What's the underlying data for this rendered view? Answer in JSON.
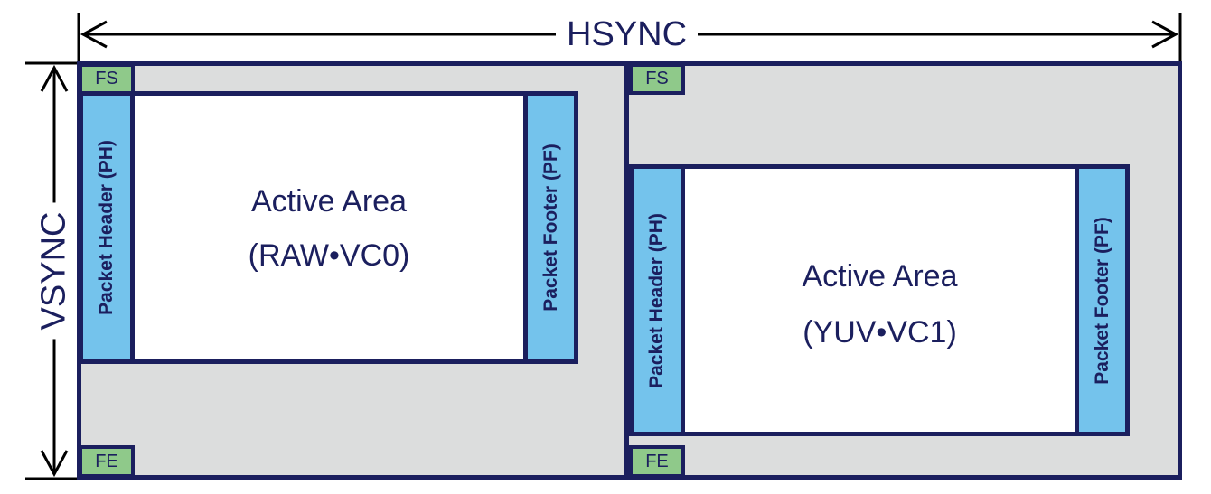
{
  "diagram": {
    "hsync_label": "HSYNC",
    "vsync_label": "VSYNC",
    "frames": [
      {
        "fs_label": "FS",
        "fe_label": "FE",
        "header_label": "Packet Header (PH)",
        "footer_label": "Packet Footer (PF)",
        "active_title": "Active Area",
        "active_subtitle": "(RAW•VC0)"
      },
      {
        "fs_label": "FS",
        "fe_label": "FE",
        "header_label": "Packet Header (PH)",
        "footer_label": "Packet Footer (PF)",
        "active_title": "Active Area",
        "active_subtitle": "(YUV•VC1)"
      }
    ],
    "colors": {
      "outline": "#1b1f5e",
      "blanking": "#dcdddd",
      "frame_marker": "#8fc98a",
      "packet_bar": "#74c3ec",
      "active": "#ffffff"
    }
  }
}
